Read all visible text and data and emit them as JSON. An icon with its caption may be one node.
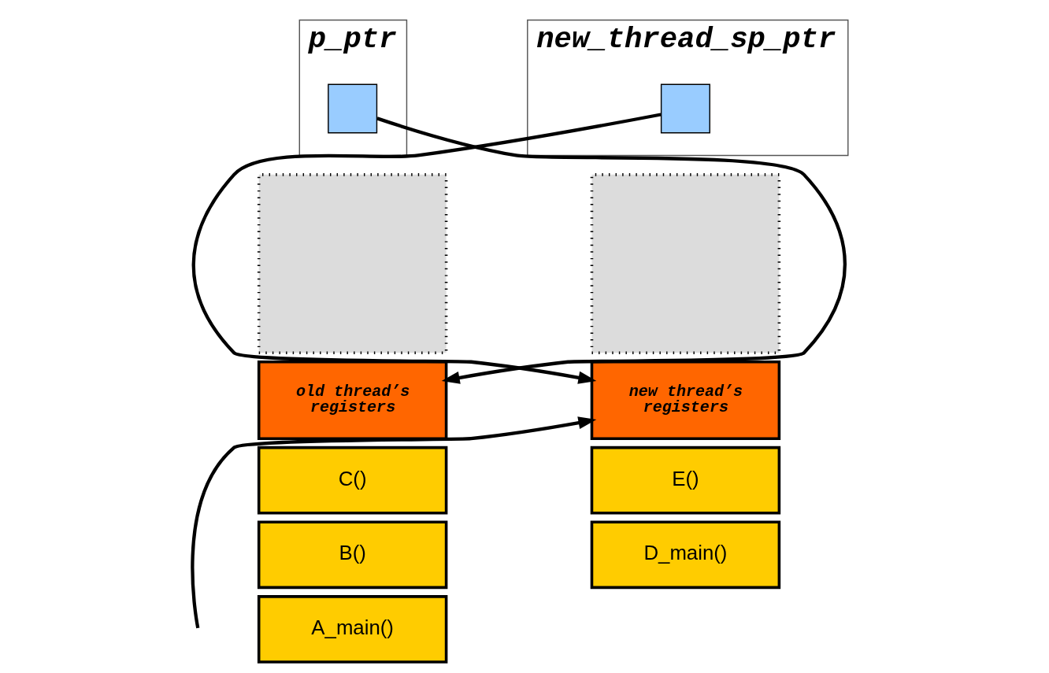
{
  "diagram": {
    "nodes": [
      {
        "text": [
          "p_ptr"
        ]
      },
      {
        "text": [],
        "shape": "box",
        "in": 0
      },
      {
        "text": [
          "new_thread_sp_ptr"
        ]
      },
      {
        "text": [],
        "shape": "box",
        "in": 2
      },
      {
        "text": [],
        "shape": "box"
      },
      {
        "text": [
          "old thread’s registers"
        ]
      },
      {
        "text": [
          "C()"
        ]
      },
      {
        "text": [
          "B()"
        ]
      },
      {
        "text": [
          "A_main()"
        ]
      },
      {
        "text": [],
        "shape": "box"
      },
      {
        "text": [
          "new thread’s registers"
        ]
      },
      {
        "text": [
          "E()"
        ]
      },
      {
        "text": [
          "D_main()"
        ]
      }
    ],
    "edges": [
      {
        "from": 1,
        "to": 5,
        "arrow": "to"
      },
      {
        "from": 3,
        "to": 10,
        "arrow": "to"
      },
      {
        "from": null,
        "to": 10,
        "arrow": "to"
      }
    ]
  }
}
